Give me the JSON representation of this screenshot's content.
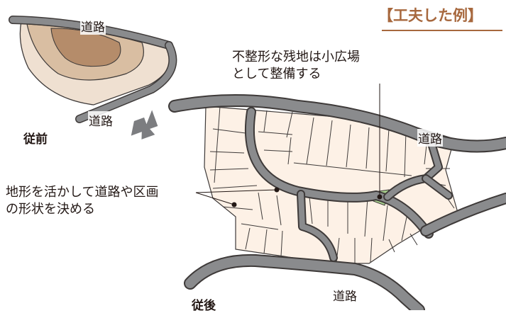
{
  "title": "【工夫した例】",
  "before": {
    "label": "従前",
    "road_top": "道路",
    "road_bottom": "道路"
  },
  "after": {
    "label": "従後",
    "road_right": "道路",
    "road_bottom": "道路"
  },
  "annotations": {
    "plaza_line1": "不整形な残地は小広場",
    "plaza_line2": "として整備する",
    "terrain_line1": "地形を活かして道路や区画",
    "terrain_line2": "の形状を決める"
  },
  "colors": {
    "road": "#8a8b8d",
    "road_edge": "#3e3a39",
    "lot": "#fdf1e6",
    "plaza": "#a9d18e",
    "contour_outer": "#efe0d1",
    "contour_mid": "#d9bea2",
    "contour_inner": "#b58c6a",
    "accent": "#a7683e"
  }
}
